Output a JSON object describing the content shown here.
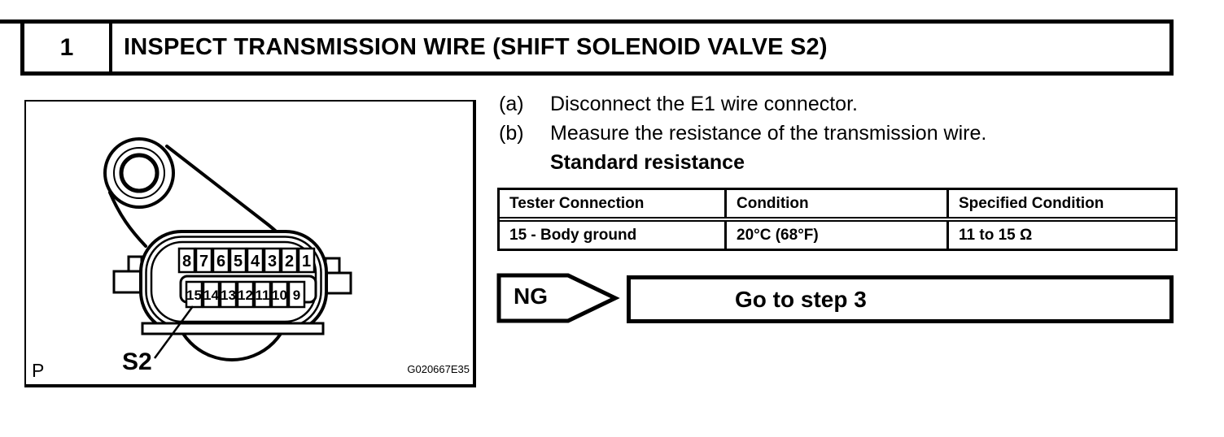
{
  "page": {
    "background": "#ffffff",
    "ink": "#000000"
  },
  "header": {
    "step_number": "1",
    "title": "INSPECT TRANSMISSION WIRE (SHIFT SOLENOID VALVE S2)"
  },
  "figure": {
    "panel_label": "P",
    "figure_code": "G020667E35",
    "connector_label": "S2",
    "pins_top": [
      "8",
      "7",
      "6",
      "5",
      "4",
      "3",
      "2",
      "1"
    ],
    "pins_bottom": [
      "15",
      "14",
      "13",
      "12",
      "11",
      "10",
      "9"
    ]
  },
  "instructions": {
    "items": [
      {
        "marker": "(a)",
        "text": "Disconnect the E1 wire connector."
      },
      {
        "marker": "(b)",
        "text": "Measure the resistance of the transmission wire."
      }
    ],
    "subheading": "Standard resistance"
  },
  "table": {
    "columns": [
      "Tester Connection",
      "Condition",
      "Specified Condition"
    ],
    "rows": [
      [
        "15 - Body ground",
        "20°C (68°F)",
        "11 to 15 Ω"
      ]
    ]
  },
  "result": {
    "badge": "NG",
    "action": "Go to step 3"
  }
}
